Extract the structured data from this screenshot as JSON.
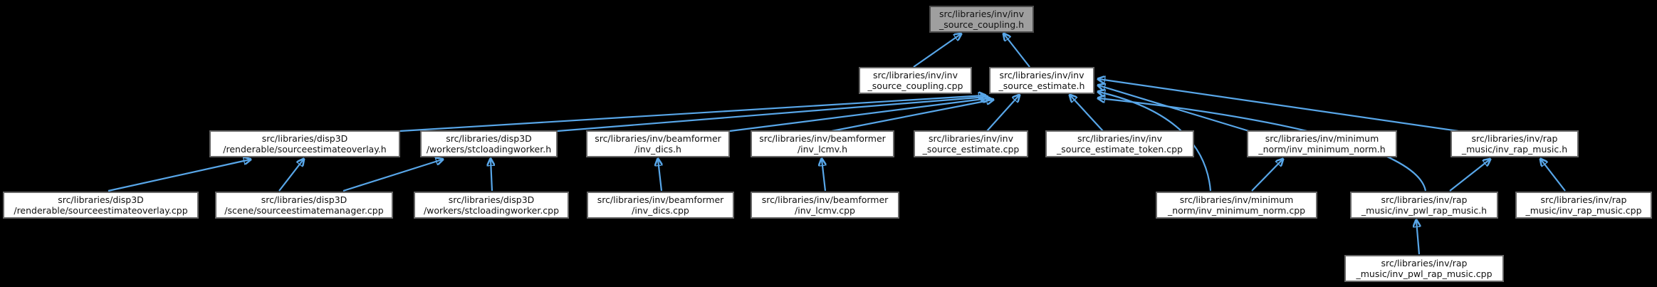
{
  "graph": {
    "title": "include dependency graph for src/libraries/inv/inv_source_coupling.h",
    "colors": {
      "background": "#000000",
      "edge": "#58a6e8",
      "node_bg": "#ffffff",
      "node_border": "#666666",
      "root_bg": "#9f9f9f",
      "root_border": "#4a4a4a",
      "text": "#111111"
    },
    "nodes": {
      "source_coupling_h": {
        "line1": "src/libraries/inv/inv",
        "line2": "_source_coupling.h"
      },
      "source_coupling_cpp": {
        "line1": "src/libraries/inv/inv",
        "line2": "_source_coupling.cpp"
      },
      "source_estimate_h": {
        "line1": "src/libraries/inv/inv",
        "line2": "_source_estimate.h"
      },
      "sourceestimateoverlay_h": {
        "line1": "src/libraries/disp3D",
        "line2": "/renderable/sourceestimateoverlay.h"
      },
      "stcloadingworker_h": {
        "line1": "src/libraries/disp3D",
        "line2": "/workers/stcloadingworker.h"
      },
      "inv_dics_h": {
        "line1": "src/libraries/inv/beamformer",
        "line2": "/inv_dics.h"
      },
      "inv_lcmv_h": {
        "line1": "src/libraries/inv/beamformer",
        "line2": "/inv_lcmv.h"
      },
      "source_estimate_cpp": {
        "line1": "src/libraries/inv/inv",
        "line2": "_source_estimate.cpp"
      },
      "source_estimate_token_cpp": {
        "line1": "src/libraries/inv/inv",
        "line2": "_source_estimate_token.cpp"
      },
      "minimum_norm_h": {
        "line1": "src/libraries/inv/minimum",
        "line2": "_norm/inv_minimum_norm.h"
      },
      "rap_music_h": {
        "line1": "src/libraries/inv/rap",
        "line2": "_music/inv_rap_music.h"
      },
      "sourceestimateoverlay_cpp": {
        "line1": "src/libraries/disp3D",
        "line2": "/renderable/sourceestimateoverlay.cpp"
      },
      "sourceestimatemanager_cpp": {
        "line1": "src/libraries/disp3D",
        "line2": "/scene/sourceestimatemanager.cpp"
      },
      "stcloadingworker_cpp": {
        "line1": "src/libraries/disp3D",
        "line2": "/workers/stcloadingworker.cpp"
      },
      "inv_dics_cpp": {
        "line1": "src/libraries/inv/beamformer",
        "line2": "/inv_dics.cpp"
      },
      "inv_lcmv_cpp": {
        "line1": "src/libraries/inv/beamformer",
        "line2": "/inv_lcmv.cpp"
      },
      "minimum_norm_cpp": {
        "line1": "src/libraries/inv/minimum",
        "line2": "_norm/inv_minimum_norm.cpp"
      },
      "pwl_rap_music_h": {
        "line1": "src/libraries/inv/rap",
        "line2": "_music/inv_pwl_rap_music.h"
      },
      "rap_music_cpp": {
        "line1": "src/libraries/inv/rap",
        "line2": "_music/inv_rap_music.cpp"
      },
      "pwl_rap_music_cpp": {
        "line1": "src/libraries/inv/rap",
        "line2": "_music/inv_pwl_rap_music.cpp"
      }
    },
    "edges": [
      {
        "from": "source_coupling_cpp",
        "to": "source_coupling_h"
      },
      {
        "from": "source_estimate_h",
        "to": "source_coupling_h"
      },
      {
        "from": "sourceestimateoverlay_h",
        "to": "source_estimate_h"
      },
      {
        "from": "stcloadingworker_h",
        "to": "source_estimate_h"
      },
      {
        "from": "inv_dics_h",
        "to": "source_estimate_h"
      },
      {
        "from": "inv_lcmv_h",
        "to": "source_estimate_h"
      },
      {
        "from": "source_estimate_cpp",
        "to": "source_estimate_h"
      },
      {
        "from": "source_estimate_token_cpp",
        "to": "source_estimate_h"
      },
      {
        "from": "minimum_norm_h",
        "to": "source_estimate_h"
      },
      {
        "from": "minimum_norm_cpp",
        "to": "source_estimate_h"
      },
      {
        "from": "rap_music_h",
        "to": "source_estimate_h"
      },
      {
        "from": "pwl_rap_music_h",
        "to": "source_estimate_h"
      },
      {
        "from": "sourceestimateoverlay_cpp",
        "to": "sourceestimateoverlay_h"
      },
      {
        "from": "sourceestimatemanager_cpp",
        "to": "sourceestimateoverlay_h"
      },
      {
        "from": "sourceestimatemanager_cpp",
        "to": "stcloadingworker_h"
      },
      {
        "from": "stcloadingworker_cpp",
        "to": "stcloadingworker_h"
      },
      {
        "from": "inv_dics_cpp",
        "to": "inv_dics_h"
      },
      {
        "from": "inv_lcmv_cpp",
        "to": "inv_lcmv_h"
      },
      {
        "from": "minimum_norm_cpp",
        "to": "minimum_norm_h"
      },
      {
        "from": "pwl_rap_music_h",
        "to": "rap_music_h"
      },
      {
        "from": "rap_music_cpp",
        "to": "rap_music_h"
      },
      {
        "from": "pwl_rap_music_cpp",
        "to": "pwl_rap_music_h"
      }
    ]
  }
}
